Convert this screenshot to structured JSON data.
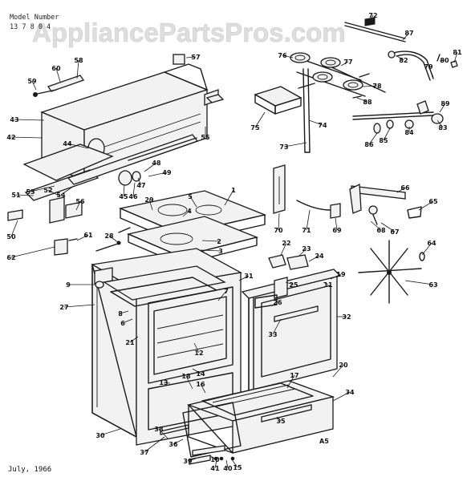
{
  "watermark": "AppliancePartsPros.com",
  "model_label": "Model Number",
  "model_number": "13 7 8 0 4",
  "date": "July, 1966",
  "sheet_code": "A5",
  "callouts": [
    "1",
    "2",
    "3",
    "4",
    "5",
    "6",
    "7",
    "8",
    "9",
    "10",
    "11",
    "12",
    "13",
    "14",
    "15",
    "16",
    "17",
    "18",
    "19",
    "20",
    "21",
    "22",
    "23",
    "24",
    "25",
    "26",
    "27",
    "28",
    "29",
    "30",
    "31",
    "32",
    "33",
    "34",
    "35",
    "36",
    "37",
    "38",
    "39",
    "40",
    "41",
    "42",
    "43",
    "44",
    "45",
    "46",
    "47",
    "48",
    "49",
    "50",
    "51",
    "52",
    "53",
    "54",
    "55",
    "56",
    "57",
    "58",
    "59",
    "60",
    "61",
    "62",
    "63",
    "64",
    "65",
    "66",
    "67",
    "68",
    "69",
    "70",
    "71",
    "72",
    "73",
    "74",
    "75",
    "76",
    "77",
    "78",
    "79",
    "80",
    "81",
    "82",
    "83",
    "84",
    "85",
    "86",
    "87",
    "88",
    "89"
  ]
}
